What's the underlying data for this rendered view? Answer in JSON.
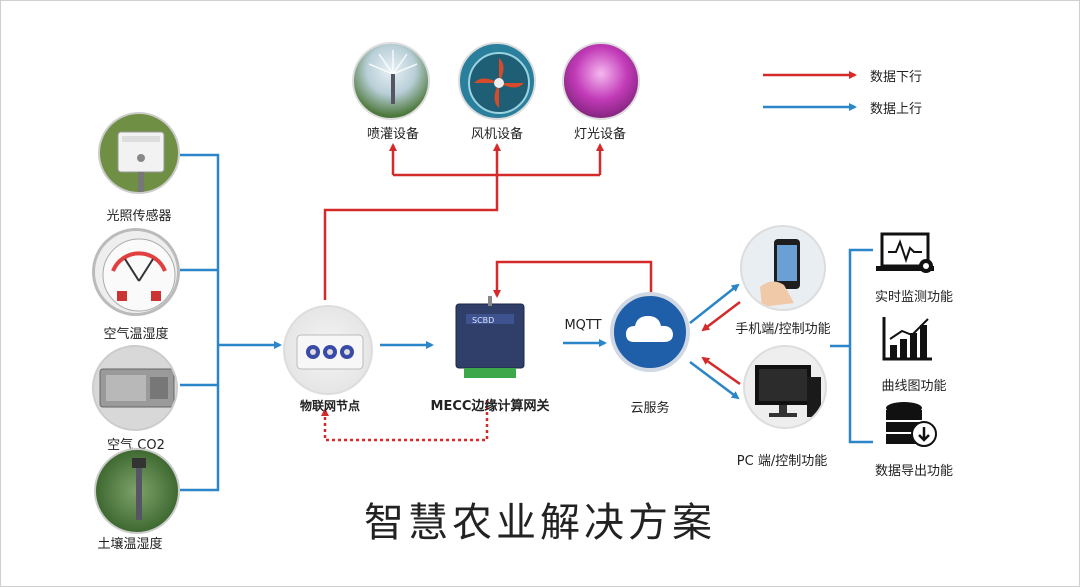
{
  "title": "智慧农业解决方案",
  "legend": {
    "down": {
      "label": "数据下行",
      "color": "#d42a2a"
    },
    "up": {
      "label": "数据上行",
      "color": "#2a86c8"
    }
  },
  "sensors": [
    {
      "label": "光照传感器",
      "icon": "light-sensor-icon"
    },
    {
      "label": "空气温湿度",
      "icon": "hygrometer-icon"
    },
    {
      "label": "空气 CO2",
      "icon": "co2-sensor-icon"
    },
    {
      "label": "土壤温湿度",
      "icon": "soil-sensor-icon"
    }
  ],
  "actuators": [
    {
      "label": "喷灌设备",
      "icon": "sprinkler-icon"
    },
    {
      "label": "风机设备",
      "icon": "fan-icon"
    },
    {
      "label": "灯光设备",
      "icon": "grow-light-icon"
    }
  ],
  "node": {
    "label": "物联网节点"
  },
  "gateway": {
    "label": "MECC边缘计算网关",
    "device_text": "SCBD"
  },
  "mqtt": "MQTT",
  "cloud": {
    "label": "云服务"
  },
  "clients": [
    {
      "label": "手机端/控制功能",
      "icon": "smartphone-icon"
    },
    {
      "label": "PC 端/控制功能",
      "icon": "pc-monitor-icon"
    }
  ],
  "features": [
    {
      "label": "实时监测功能",
      "icon": "laptop-monitor-icon"
    },
    {
      "label": "曲线图功能",
      "icon": "bar-chart-icon"
    },
    {
      "label": "数据导出功能",
      "icon": "database-export-icon"
    }
  ]
}
